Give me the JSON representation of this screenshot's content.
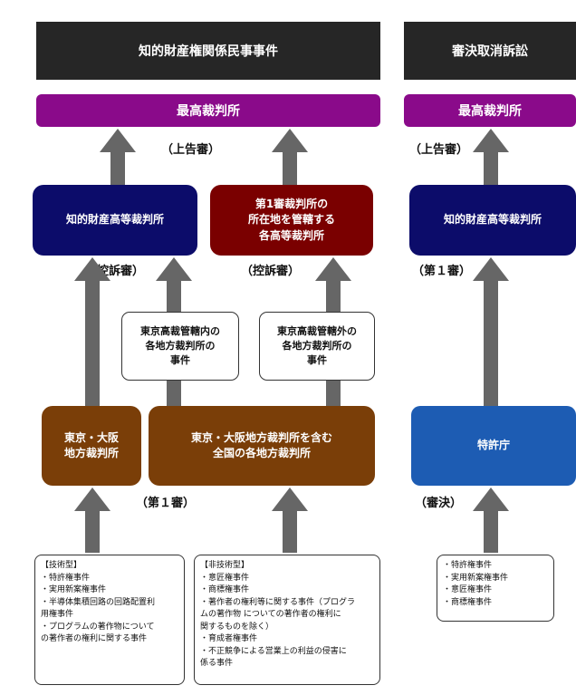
{
  "headers": {
    "left": "知的財産権関係民事事件",
    "right": "審決取消訴訟"
  },
  "supreme_court": {
    "left": "最高裁判所",
    "right": "最高裁判所"
  },
  "labels": {
    "jokoku_left": "（上告審）",
    "jokoku_right": "（上告審）",
    "koso_left": "（控訴審）",
    "koso_right": "（控訴審）",
    "first_instance_right": "（第１審）",
    "first_instance_mid": "（第１審）",
    "shinketsu": "（審決）"
  },
  "courts": {
    "ip_high_court_left": "知的財産高等裁判所",
    "regional_high_courts": "第1審裁判所の\n所在地を管轄する\n各高等裁判所",
    "ip_high_court_right": "知的財産高等裁判所",
    "tokyo_osaka_district": "東京・大阪\n地方裁判所",
    "national_district": "東京・大阪地方裁判所を含む\n全国の各地方裁判所",
    "jpo": "特許庁"
  },
  "notes": {
    "inside_tokyo": "東京高裁管轄内の\n各地方裁判所の\n事件",
    "outside_tokyo": "東京高裁管轄外の\n各地方裁判所の\n事件"
  },
  "lists": {
    "technical": "【技術型】\n・特許権事件\n・実用新案権事件\n・半導体集積回路の回路配置利\n用権事件\n・プログラムの著作物について\nの著作者の権利に関する事件",
    "non_technical": "【非技術型】\n・意匠権事件\n・商標権事件\n・著作者の権利等に関する事件（プログラ\nムの著作物 についての著作者の権利に\n関するものを除く）\n・育成者権事件\n・不正競争による営業上の利益の侵害に\n係る事件",
    "jpo_cases": "・特許権事件\n・実用新案権事件\n・意匠権事件\n・商標権事件"
  },
  "colors": {
    "header": "#262626",
    "supreme": "#8a0a8a",
    "ip_high_court": "#0c0c6a",
    "regional_high": "#7a0000",
    "district": "#7a3e08",
    "jpo": "#1d5cb3",
    "arrow": "#666666"
  }
}
